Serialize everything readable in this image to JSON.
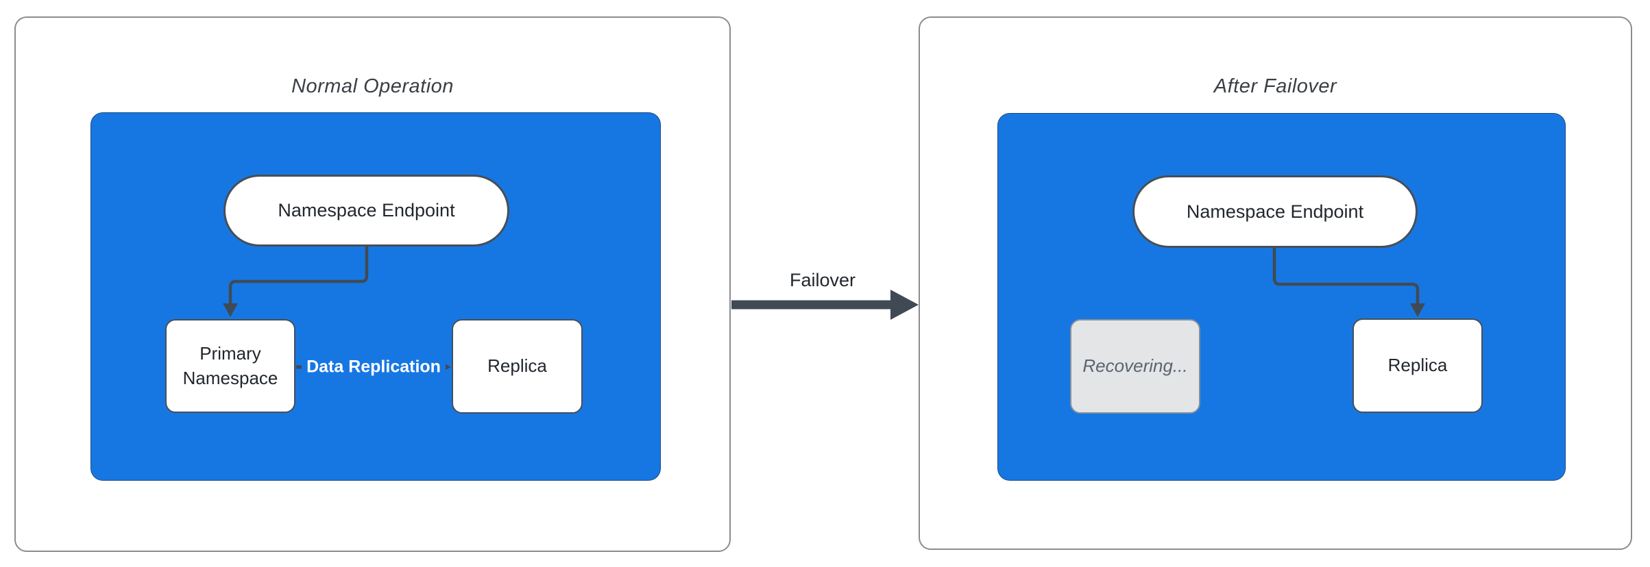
{
  "colors": {
    "blue": "#1777E2",
    "stroke": "#404A55",
    "panel_border": "#8C8C8C",
    "node_border": "#454F59",
    "recovering_fill": "#E4E5E7",
    "recovering_border": "#8A9098",
    "recovering_text": "#5A6470",
    "title_text": "#3A3F46",
    "node_text": "#22272E",
    "replication_text": "#FFFFFF"
  },
  "left_panel": {
    "title": "Normal Operation",
    "endpoint_label": "Namespace Endpoint",
    "primary_label": "Primary Namespace",
    "replica_label": "Replica",
    "replication_label": "Data Replication"
  },
  "right_panel": {
    "title": "After Failover",
    "endpoint_label": "Namespace Endpoint",
    "recovering_label": "Recovering...",
    "replica_label": "Replica"
  },
  "failover": {
    "label": "Failover"
  }
}
